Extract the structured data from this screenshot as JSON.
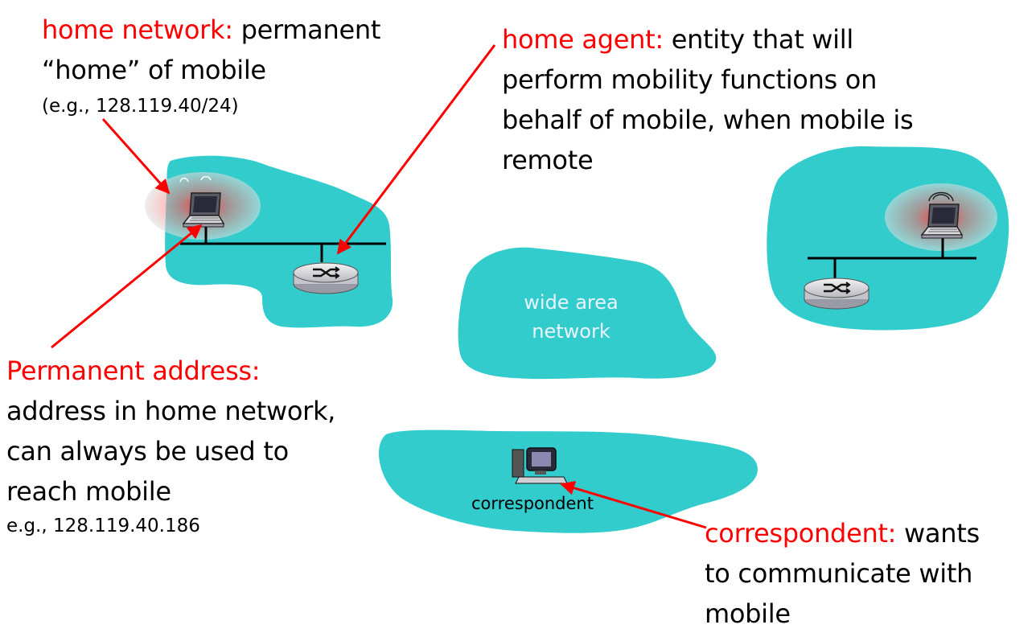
{
  "colors": {
    "cloud": "#33cccc",
    "term": "#ff0000",
    "text": "#000000",
    "arrow": "#ff0000",
    "cloud_label": "#e8f4ff"
  },
  "home_network": {
    "term": "home network:",
    "desc1": "permanent",
    "desc2": "“home” of mobile",
    "example": "(e.g., 128.119.40/24)"
  },
  "home_agent": {
    "term": "home agent:",
    "desc1": "entity that will",
    "desc2": "perform mobility functions on",
    "desc3": "behalf of mobile, when mobile is",
    "desc4": "remote"
  },
  "permanent_address": {
    "term": "Permanent address:",
    "desc1": "address in home network,",
    "desc2": "can always be used to",
    "desc3": "reach mobile",
    "example": "e.g., 128.119.40.186"
  },
  "correspondent": {
    "term": "correspondent:",
    "desc1": "wants",
    "desc2": "to communicate with",
    "desc3": "mobile",
    "label": "correspondent"
  },
  "wan": {
    "line1": "wide area",
    "line2": "network"
  },
  "icons": [
    "laptop-icon",
    "router-icon",
    "desktop-computer-icon"
  ]
}
